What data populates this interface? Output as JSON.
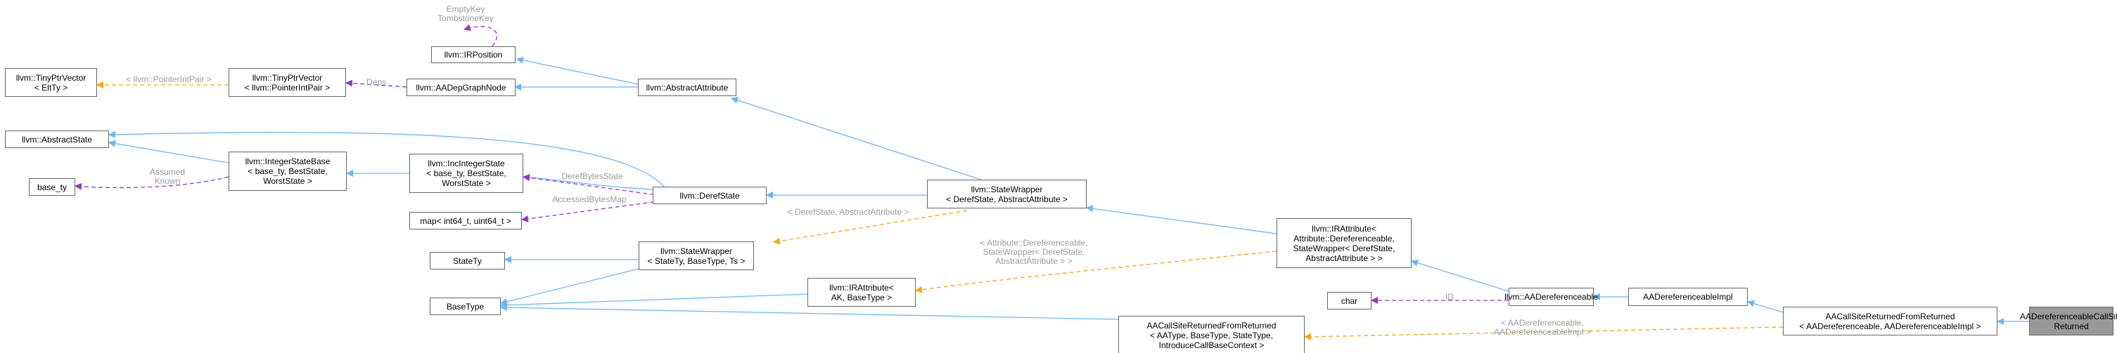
{
  "colors": {
    "inherit": "#63b8ff",
    "template": "#ffa500",
    "usage": "#9a32cd",
    "node_border": "#666666",
    "highlight_fill": "#999999"
  },
  "nodes": {
    "TinyPtrVectorElt": [
      "llvm::TinyPtrVector",
      "< EltTy >"
    ],
    "TinyPtrVectorPair": [
      "llvm::TinyPtrVector",
      "< llvm::PointerIntPair >"
    ],
    "AADepGraphNode": [
      "llvm::AADepGraphNode"
    ],
    "IRPosition": [
      "llvm::IRPosition"
    ],
    "AbstractAttribute": [
      "llvm::AbstractAttribute"
    ],
    "AbstractState": [
      "llvm::AbstractState"
    ],
    "IntegerStateBase": [
      "llvm::IntegerStateBase",
      "< base_ty, BestState,",
      "WorstState >"
    ],
    "base_ty": [
      "base_ty"
    ],
    "IncIntegerState": [
      "llvm::IncIntegerState",
      "< base_ty, BestState,",
      "WorstState >"
    ],
    "map": [
      "map< int64_t, uint64_t >"
    ],
    "DerefState": [
      "llvm::DerefState"
    ],
    "StateWrapperDeref": [
      "llvm::StateWrapper",
      "< DerefState, AbstractAttribute >"
    ],
    "StateTy": [
      "StateTy"
    ],
    "StateWrapperT": [
      "llvm::StateWrapper",
      "< StateTy, BaseType, Ts >"
    ],
    "BaseType": [
      "BaseType"
    ],
    "IRAttributeT": [
      "llvm::IRAttribute<",
      "AK, BaseType >"
    ],
    "IRAttributeDeref": [
      "llvm::IRAttribute<",
      "Attribute::Dereferenceable,",
      "StateWrapper< DerefState,",
      "AbstractAttribute > >"
    ],
    "char": [
      "char"
    ],
    "AADereferenceable": [
      "llvm::AADereferenceable"
    ],
    "AADereferenceableImpl": [
      "AADereferenceableImpl"
    ],
    "AACSRFRT": [
      "AACallSiteReturnedFromReturned",
      "< AAType, BaseType, StateType,",
      "IntroduceCallBaseContext >"
    ],
    "AACSRFRDeref": [
      "AACallSiteReturnedFromReturned",
      "< AADereferenceable, AADereferenceableImpl >"
    ],
    "AADerefCallSiteReturned": [
      "AADereferenceableCallSite",
      "Returned"
    ]
  },
  "edge_labels": {
    "irposition_self": [
      "EmptyKey",
      "TombstoneKey"
    ],
    "tinyptr_template": [
      "< llvm::PointerIntPair >"
    ],
    "deps": [
      "Deps"
    ],
    "assumed_known": [
      "Assumed",
      "Known"
    ],
    "deref_bytes": [
      "DerefBytesState"
    ],
    "accessed_bytes": [
      "AccessedBytesMap"
    ],
    "statewrapper_template": [
      "< DerefState, AbstractAttribute >"
    ],
    "irattribute_template": [
      "< Attribute::Dereferenceable,",
      "StateWrapper< DerefState,",
      "AbstractAttribute > >"
    ],
    "id": [
      "ID"
    ],
    "aacsrfr_template": [
      "< AADereferenceable,",
      "AADereferenceableImpl >"
    ]
  }
}
